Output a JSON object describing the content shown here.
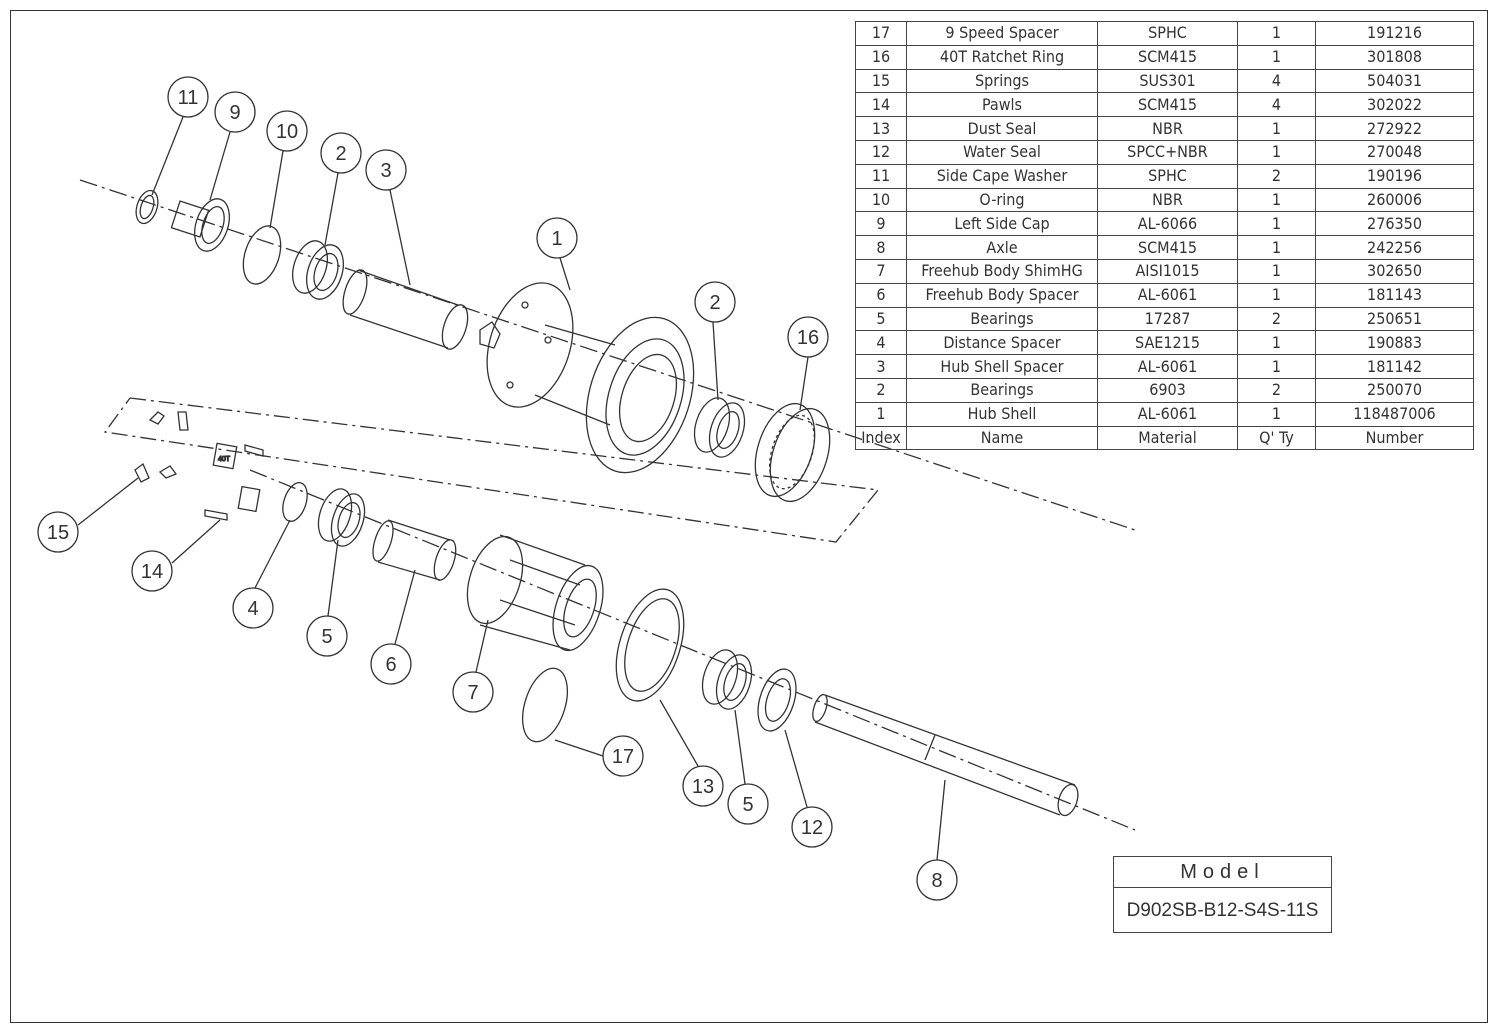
{
  "bom": {
    "rows": [
      {
        "index": "17",
        "name": "9 Speed Spacer",
        "material": "SPHC",
        "qty": "1",
        "number": "191216"
      },
      {
        "index": "16",
        "name": "40T Ratchet Ring",
        "material": "SCM415",
        "qty": "1",
        "number": "301808"
      },
      {
        "index": "15",
        "name": "Springs",
        "material": "SUS301",
        "qty": "4",
        "number": "504031"
      },
      {
        "index": "14",
        "name": "Pawls",
        "material": "SCM415",
        "qty": "4",
        "number": "302022"
      },
      {
        "index": "13",
        "name": "Dust Seal",
        "material": "NBR",
        "qty": "1",
        "number": "272922"
      },
      {
        "index": "12",
        "name": "Water Seal",
        "material": "SPCC+NBR",
        "qty": "1",
        "number": "270048"
      },
      {
        "index": "11",
        "name": "Side Cape Washer",
        "material": "SPHC",
        "qty": "2",
        "number": "190196"
      },
      {
        "index": "10",
        "name": "O-ring",
        "material": "NBR",
        "qty": "1",
        "number": "260006"
      },
      {
        "index": "9",
        "name": "Left Side Cap",
        "material": "AL-6066",
        "qty": "1",
        "number": "276350"
      },
      {
        "index": "8",
        "name": "Axle",
        "material": "SCM415",
        "qty": "1",
        "number": "242256"
      },
      {
        "index": "7",
        "name": "Freehub Body ShimHG",
        "material": "AISI1015",
        "qty": "1",
        "number": "302650"
      },
      {
        "index": "6",
        "name": "Freehub Body Spacer",
        "material": "AL-6061",
        "qty": "1",
        "number": "181143"
      },
      {
        "index": "5",
        "name": "Bearings",
        "material": "17287",
        "qty": "2",
        "number": "250651"
      },
      {
        "index": "4",
        "name": "Distance Spacer",
        "material": "SAE1215",
        "qty": "1",
        "number": "190883"
      },
      {
        "index": "3",
        "name": "Hub Shell Spacer",
        "material": "AL-6061",
        "qty": "1",
        "number": "181142"
      },
      {
        "index": "2",
        "name": "Bearings",
        "material": "6903",
        "qty": "2",
        "number": "250070"
      },
      {
        "index": "1",
        "name": "Hub Shell",
        "material": "AL-6061",
        "qty": "1",
        "number": "118487006"
      }
    ],
    "header": {
      "index": "Index",
      "name": "Name",
      "material": "Material",
      "qty": "Q' Ty",
      "number": "Number"
    }
  },
  "model": {
    "title": "Model",
    "value": "D902SB-B12-S4S-11S"
  },
  "callouts": [
    "11",
    "9",
    "10",
    "2",
    "3",
    "1",
    "2",
    "16",
    "15",
    "14",
    "4",
    "5",
    "6",
    "7",
    "17",
    "13",
    "5",
    "12",
    "8"
  ],
  "ratchet_marking": "40T"
}
